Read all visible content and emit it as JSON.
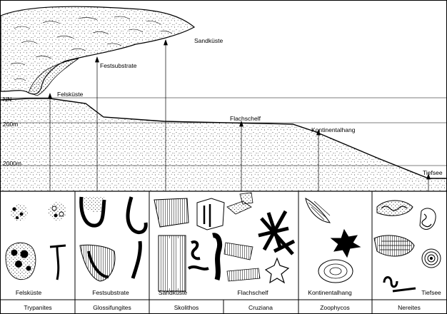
{
  "environments": {
    "sandkueste": "Sandküste",
    "festsubstrate": "Festsubstrate",
    "felskueste": "Felsküste",
    "flachschelf": "Flachschelf",
    "kontinentalhang": "Kontinentalhang",
    "tiefsee": "Tiefsee"
  },
  "depths": {
    "nn": "NN",
    "d200": "200m",
    "d2000": "2000m"
  },
  "panel_labels": {
    "felskueste": "Felsküste",
    "festsubstrate": "Festsubstrate",
    "sandkueste": "Sandküste",
    "flachschelf": "Flachschelf",
    "kontinentalhang": "Kontinentalhang",
    "tiefsee": "Tiefsee"
  },
  "ichnofacies": {
    "trypanites": "Trypanites",
    "glossifungites": "Glossifungites",
    "skolithos": "Skolithos",
    "cruziana": "Cruziana",
    "zoophycos": "Zoophycos",
    "nereites": "Nereites"
  }
}
